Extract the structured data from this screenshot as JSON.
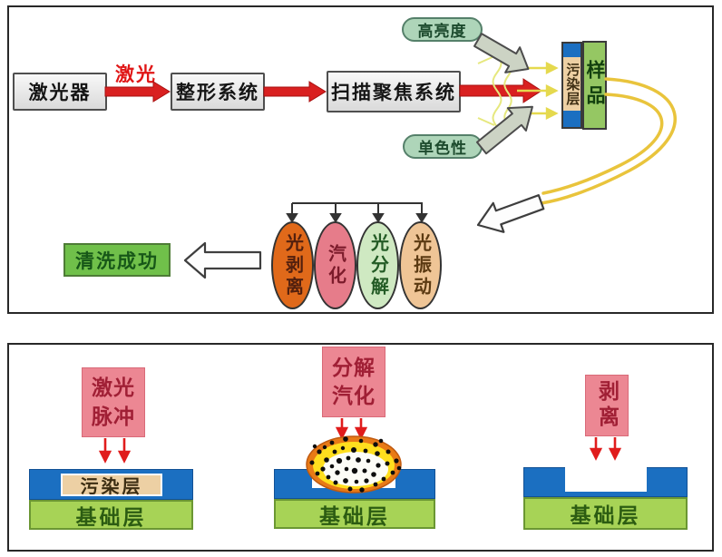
{
  "top_panel": {
    "laser_box": {
      "label": "激光器"
    },
    "beam_label": "激光",
    "shaping_box": {
      "label": "整形系统"
    },
    "scan_focus_box": {
      "label": "扫描聚焦系统"
    },
    "property_top": {
      "label": "高亮度"
    },
    "property_bottom": {
      "label": "单色性"
    },
    "sample": {
      "contamination_label": "污染层",
      "sample_label": "样品"
    },
    "mechanisms": [
      {
        "label": "光剥离",
        "fill": "#e0691a",
        "text_color": "#53200e"
      },
      {
        "label": "汽化",
        "fill": "#e67c8a",
        "text_color": "#7c1b2b"
      },
      {
        "label": "光分解",
        "fill": "#cfe9c2",
        "text_color": "#235b25"
      },
      {
        "label": "光振动",
        "fill": "#efc596",
        "text_color": "#5b3a12"
      }
    ],
    "success_box": {
      "label": "清洗成功"
    }
  },
  "bottom_panel": {
    "stages": [
      {
        "label": "激光脉冲"
      },
      {
        "label": "分解汽化"
      },
      {
        "label": "剥离"
      }
    ],
    "contamination_label": "污染层",
    "base_label": "基础层"
  },
  "colors": {
    "beam_red": "#d92020",
    "beam_label_red": "#e01616",
    "property_pill_bg": "#aed5b9",
    "property_pill_text": "#1c4a2d",
    "contamination_tan": "#edd0a4",
    "sample_green": "#95c763",
    "layer_blue": "#1b6fc1",
    "base_green": "#a7d356",
    "success_green": "#70c04a",
    "success_text": "#175718",
    "pulse_pink": "#ec8793",
    "pulse_text": "#a01f35",
    "fiber_yellow": "#e9c43c",
    "blob_orange": "#e87a16",
    "blob_yellow": "#ffdf1e"
  }
}
